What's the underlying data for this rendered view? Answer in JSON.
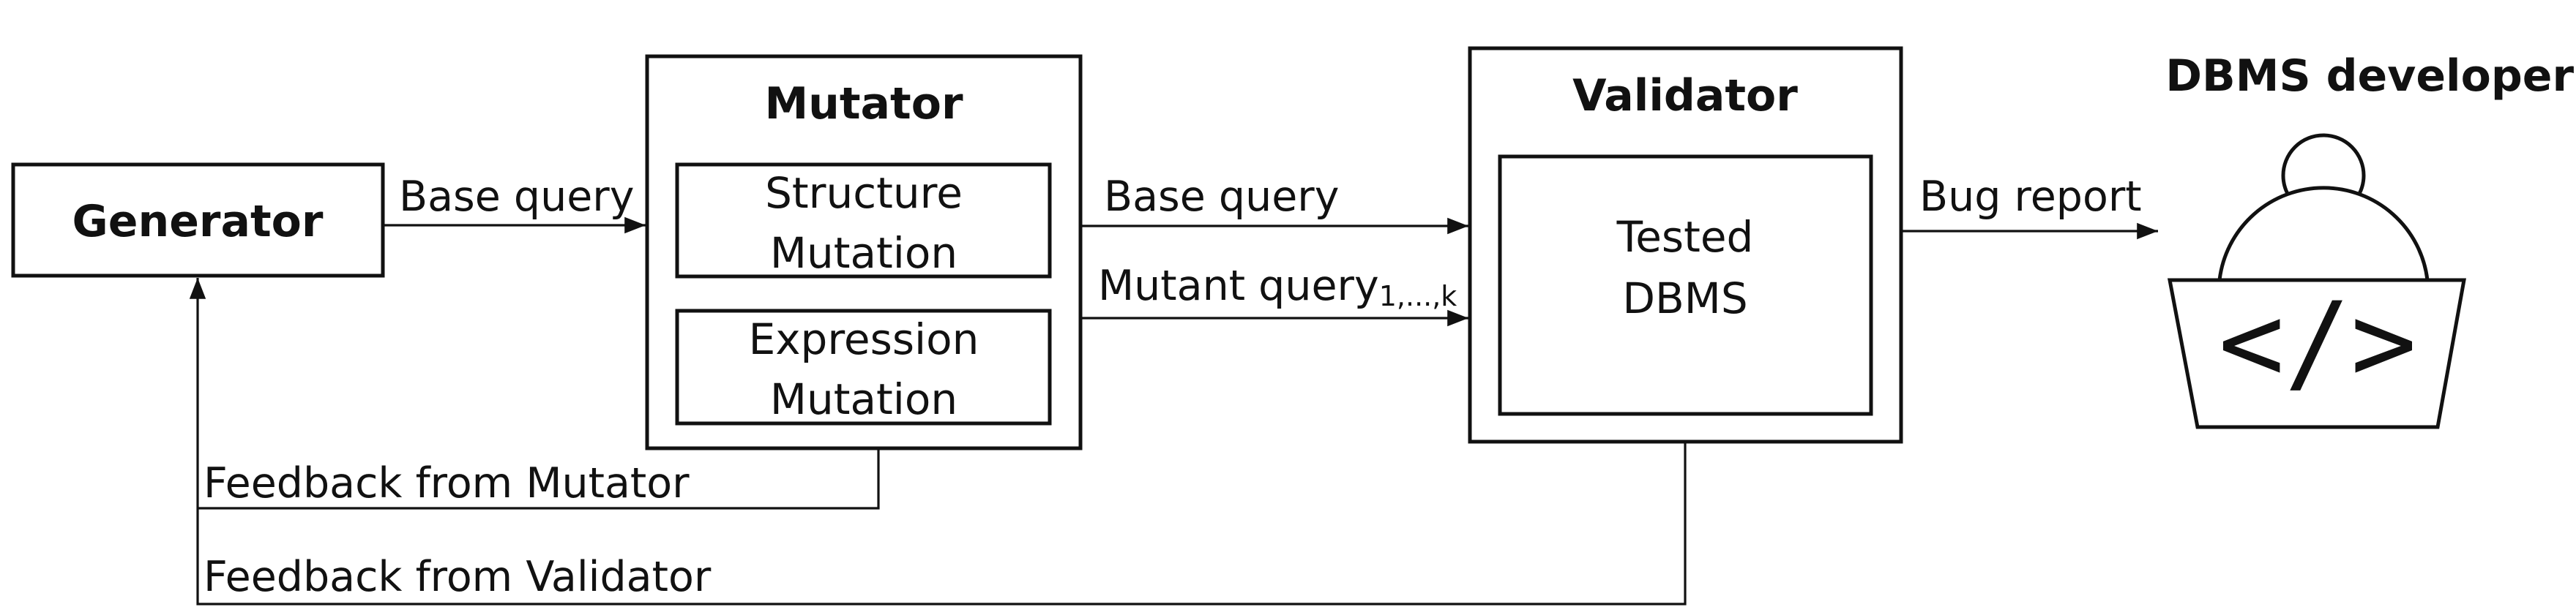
{
  "nodes": {
    "generator": "Generator",
    "mutator": "Mutator",
    "structure_mutation": [
      "Structure",
      "Mutation"
    ],
    "expression_mutation": [
      "Expression",
      "Mutation"
    ],
    "validator": "Validator",
    "tested_dbms": [
      "Tested",
      "DBMS"
    ],
    "developers": "DBMS  developers",
    "code_symbol": "</>"
  },
  "edges": {
    "generator_to_mutator": "Base query",
    "mutator_base_query": "Base query",
    "mutant_query": "Mutant query",
    "mutant_query_subscript": "1,...,k",
    "bug_report": "Bug report",
    "feedback_mutator": "Feedback from Mutator",
    "feedback_validator": "Feedback from Validator"
  }
}
